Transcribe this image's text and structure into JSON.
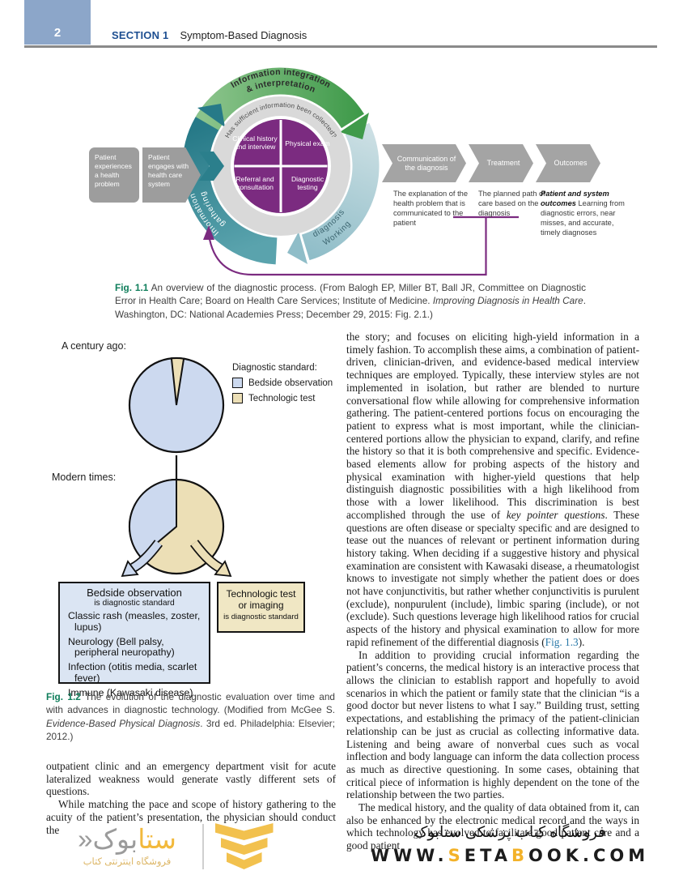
{
  "header": {
    "page_number": "2",
    "section_label": "SECTION 1",
    "section_title": "Symptom-Based Diagnosis"
  },
  "fig1": {
    "box_patient_problem": "Patient experiences a health problem",
    "box_patient_engages": "Patient engages with health care system",
    "arc_top_line1": "Information integration",
    "arc_top_line2": "& interpretation",
    "ring_question": "Has sufficient information been collected?",
    "arc_left_line1": "Information",
    "arc_left_line2": "gathering",
    "arc_right_line1": "Working",
    "arc_right_line2": "diagnosis",
    "quad_1": "Clinical history and interview",
    "quad_2": "Physical exam",
    "quad_3": "Referral and consultation",
    "quad_4": "Diagnostic testing",
    "chevron_1": "Communication of the diagnosis",
    "chevron_2": "Treatment",
    "chevron_3": "Outcomes",
    "ann_communication": "The explanation of the health problem that is communicated to the patient",
    "ann_treatment": "The planned path of care based on the diagnosis",
    "ann_outcomes_title": "Patient and system outcomes",
    "ann_outcomes_body": "Learning from diagnostic errors, near misses, and accurate, timely diagnoses",
    "caption_label": "Fig. 1.1",
    "caption_before": " An overview of the diagnostic process. (From Balogh EP, Miller BT, Ball JR, Committee on Diagnostic Error in Health Care; Board on Health Care Services; Institute of Medicine. ",
    "caption_italic": "Improving Diagnosis in Health Care",
    "caption_after": ". Washington, DC: National Academies Press; December 29, 2015: Fig. 2.1.)"
  },
  "fig2": {
    "label_top": "A century ago:",
    "label_bottom": "Modern times:",
    "legend_title": "Diagnostic standard:",
    "legend_item_1": "Bedside observation",
    "legend_item_2": "Technologic test",
    "box1_title": "Bedside observation",
    "box1_sub": "is diagnostic standard",
    "box1_items": [
      "Classic rash (measles, zoster, lupus)",
      "Neurology (Bell palsy, peripheral neuropathy)",
      "Infection (otitis media, scarlet fever)",
      "Immune (Kawasaki disease)"
    ],
    "box2_line1": "Technologic test",
    "box2_line2": "or imaging",
    "box2_sub": "is diagnostic standard",
    "caption_label": "Fig. 1.2",
    "caption_before": " The evolution of the diagnostic evaluation over time and with advances in diagnostic technology. (Modified from McGee S. ",
    "caption_italic": "Evidence-Based Physical Diagnosis",
    "caption_after": ". 3rd ed. Philadelphia: Elsevier; 2012.)"
  },
  "chart_data": [
    {
      "type": "pie",
      "title": "A century ago:",
      "categories": [
        "Bedside observation",
        "Technologic test"
      ],
      "values": [
        96,
        4
      ],
      "colors": [
        "#ccd9ef",
        "#ecdfb6"
      ],
      "legend_position": "right"
    },
    {
      "type": "pie",
      "title": "Modern times:",
      "categories": [
        "Bedside observation",
        "Technologic test"
      ],
      "values": [
        36,
        64
      ],
      "colors": [
        "#ccd9ef",
        "#ecdfb6"
      ],
      "legend_position": "none"
    }
  ],
  "left_column": {
    "p1": "outpatient clinic and an emergency department visit for acute lateralized weakness would generate vastly different sets of questions.",
    "p2": "While matching the pace and scope of history gathering to the acuity of the patient’s presentation, the physician should conduct the"
  },
  "right_column": {
    "p1_before_italic": "the story; and focuses on eliciting high-yield information in a timely fashion. To accomplish these aims, a combination of patient-driven, clinician-driven, and evidence-based medical interview techniques are employed. Typically, these interview styles are not implemented in isolation, but rather are blended to nurture conversational flow while allowing for comprehensive information gathering. The patient-centered portions focus on encouraging the patient to express what is most important, while the clinician-centered portions allow the physician to expand, clarify, and refine the history so that it is both comprehensive and specific. Evidence-based elements allow for probing aspects of the history and physical examination with higher-yield questions that help distinguish diagnostic possibilities with a high likelihood from those with a lower likelihood. This discrimination is best accomplished through the use of ",
    "p1_italic": "key pointer questions",
    "p1_mid": ". These questions are often disease or specialty specific and are designed to tease out the nuances of relevant or pertinent information during history taking. When deciding if a suggestive history and physical examination are consistent with Kawasaki disease, a rheumatologist knows to investigate not simply whether the patient does or does not have conjunctivitis, but rather whether conjunctivitis is purulent (exclude), nonpurulent (include), limbic sparing (include), or not (exclude). Such questions leverage high likelihood ratios for crucial aspects of the history and physical examination to allow for more rapid refinement of the differential diagnosis (",
    "p1_link": "Fig. 1.3",
    "p1_after": ").",
    "p2": "In addition to providing crucial information regarding the patient’s concerns, the medical history is an interactive process that allows the clinician to establish rapport and hopefully to avoid scenarios in which the patient or family state that the clinician “is a good doctor but never listens to what I say.” Building trust, setting expectations, and establishing the primacy of the patient-clinician relationship can be just as crucial as collecting informative data. Listening and being aware of nonverbal cues such as vocal inflection and body language can inform the data collection process as much as directive questioning. In some cases, obtaining that critical piece of information is highly dependent on the tone of the relationship between the two parties.",
    "p3": "The medical history, and the quality of data obtained from it, can also be enhanced by the electronic medical record and the ways in which technology has evolved to facilitate good patient care and a good patient"
  },
  "footer": {
    "store_title": "فروشگاه کتاب پزشکی ستابوک",
    "url_www": "WWW.",
    "url_s": "S",
    "url_eta": "ETA",
    "url_b": "B",
    "url_ook": "OOK.COM",
    "logo_word_right": "ستا",
    "logo_word_left": "بوک",
    "logo_guillemet": "«",
    "logo_tagline": "فروشگاه اینترنتی کتاب"
  },
  "colors": {
    "accent_yellow": "#f3b229",
    "figure_label_green": "#0f7e5b",
    "reference_link_blue": "#2878a8",
    "diagram_purple": "#7b2b80",
    "pie_bedside_blue": "#ccd9ef",
    "pie_technologic_tan": "#ecdfb6",
    "header_page_box_blue": "#8ca6c9"
  }
}
